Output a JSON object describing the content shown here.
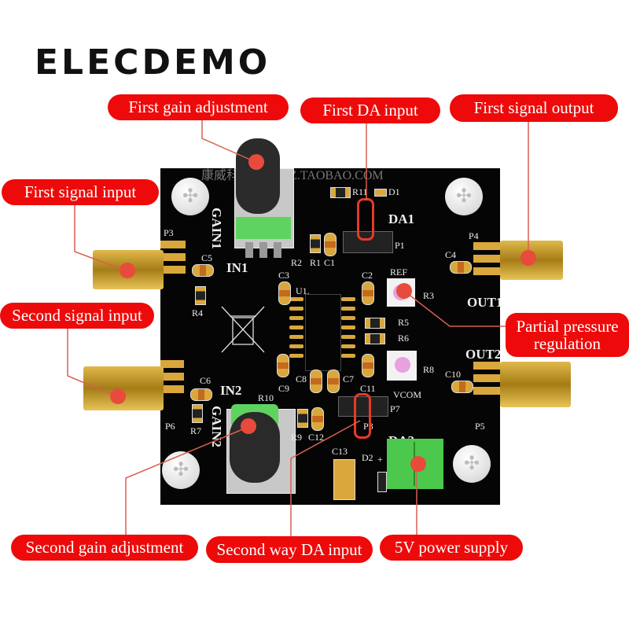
{
  "brand": "ELECDEMO",
  "watermark": "康威科技 · KVDZ.TAOBAO.COM",
  "colors": {
    "callout": "#ee0a0a",
    "board": "#050505",
    "gold": "#d9a73b",
    "terminal": "#3fc03f",
    "marker": "#e84b3c"
  },
  "callouts": {
    "first_gain": "First gain adjustment",
    "first_da": "First DA input",
    "first_out": "First signal output",
    "first_in": "First signal input",
    "second_in": "Second signal input",
    "partial_pressure": "Partial pressure regulation",
    "second_gain": "Second gain adjustment",
    "second_da": "Second way DA input",
    "power": "5V power supply"
  },
  "silk": {
    "gain1": "GAIN1",
    "gain2": "GAIN2",
    "da1": "DA1",
    "da2": "DA2",
    "in1": "IN1",
    "in2": "IN2",
    "out1": "OUT1",
    "out2": "OUT2",
    "p1": "P1",
    "p3": "P3",
    "p4": "P4",
    "p5": "P5",
    "p6": "P6",
    "p7": "P7",
    "p8": "P8",
    "r1": "R1",
    "r2": "R2",
    "r3": "R3",
    "r4": "R4",
    "r5": "R5",
    "r6": "R6",
    "r7": "R7",
    "r8": "R8",
    "r9": "R9",
    "r10": "R10",
    "r11": "R11",
    "c1": "C1",
    "c2": "C2",
    "c3": "C3",
    "c4": "C4",
    "c5": "C5",
    "c6": "C6",
    "c7": "C7",
    "c8": "C8",
    "c9": "C9",
    "c10": "C10",
    "c11": "C11",
    "c12": "C12",
    "c13": "C13",
    "d1": "D1",
    "d2": "D2",
    "u1": "U1.",
    "ref": "REF",
    "vcom": "VCOM",
    "plus": "+"
  }
}
